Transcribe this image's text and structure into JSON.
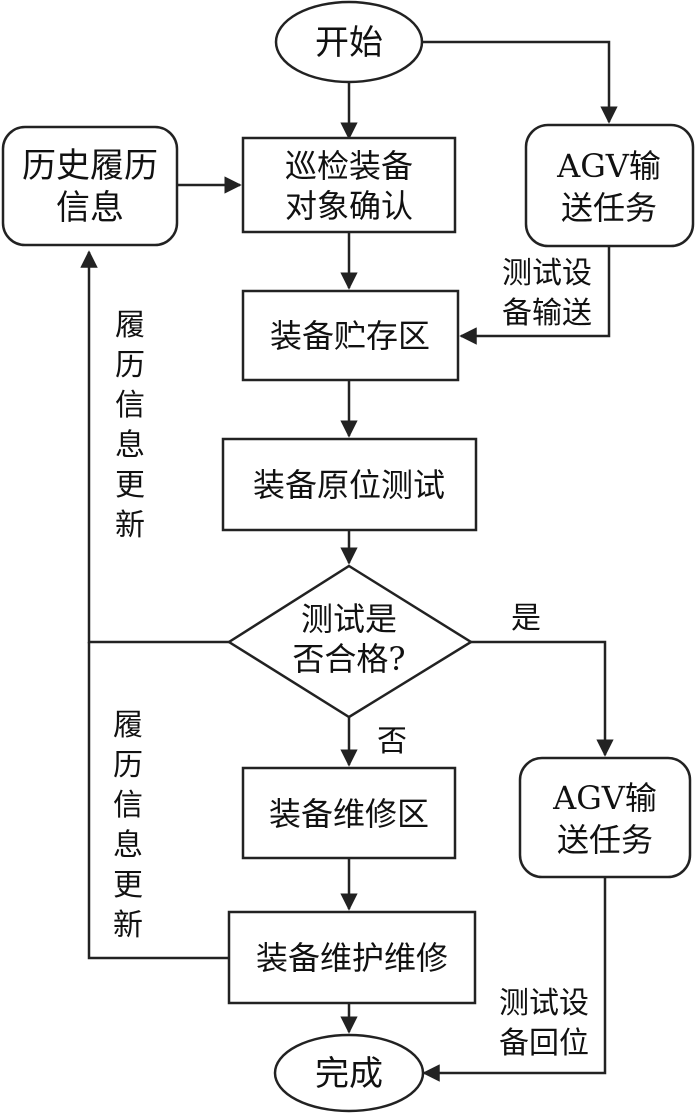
{
  "nodes": {
    "start": "开始",
    "history_line1": "历史履历",
    "history_line2": "信息",
    "inspect_line1": "巡检装备",
    "inspect_line2": "对象确认",
    "agv_top_line1": "AGV输",
    "agv_top_line2": "送任务",
    "storage": "装备贮存区",
    "insitu_test": "装备原位测试",
    "decision_line1": "测试是",
    "decision_line2": "否合格?",
    "repair_area": "装备维修区",
    "maintenance": "装备维护维修",
    "agv_bottom_line1": "AGV输",
    "agv_bottom_line2": "送任务",
    "done": "完成"
  },
  "edge_labels": {
    "transport_top_line1": "测试设",
    "transport_top_line2": "备输送",
    "return_line1": "测试设",
    "return_line2": "备回位",
    "yes": "是",
    "no": "否",
    "update_upper": [
      "履",
      "历",
      "信",
      "息",
      "更",
      "新"
    ],
    "update_lower": [
      "履",
      "历",
      "信",
      "息",
      "更",
      "新"
    ]
  },
  "colors": {
    "stroke": "#222222",
    "text": "#111111",
    "fill": "#ffffff"
  }
}
